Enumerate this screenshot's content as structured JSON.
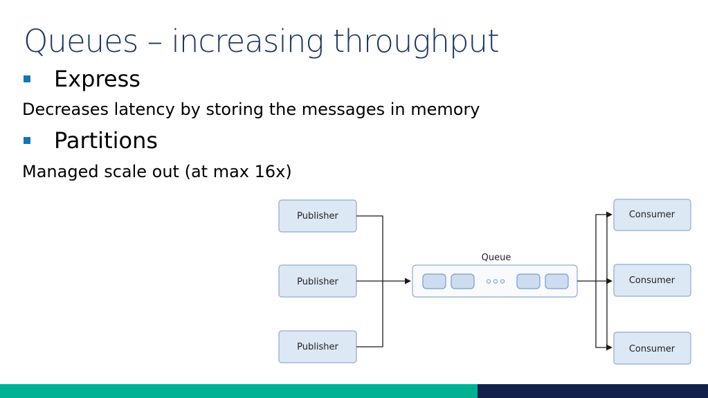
{
  "slide": {
    "title": "Queues – increasing throughput",
    "bullets": [
      {
        "heading": "Express",
        "text": "Decreases latency by storing the messages in memory"
      },
      {
        "heading": "Partitions",
        "text": "Managed scale out (at max 16x)"
      }
    ]
  },
  "diagram": {
    "publishers": [
      "Publisher",
      "Publisher",
      "Publisher"
    ],
    "queue_label": "Queue",
    "consumers": [
      "Consumer",
      "Consumer",
      "Consumer"
    ]
  },
  "colors": {
    "title": "#1f3864",
    "bullet": "#0f75bd",
    "bar_teal": "#00b294",
    "bar_navy": "#12214a",
    "box_fill": "#dde8f5",
    "box_stroke": "#8eaad3"
  }
}
